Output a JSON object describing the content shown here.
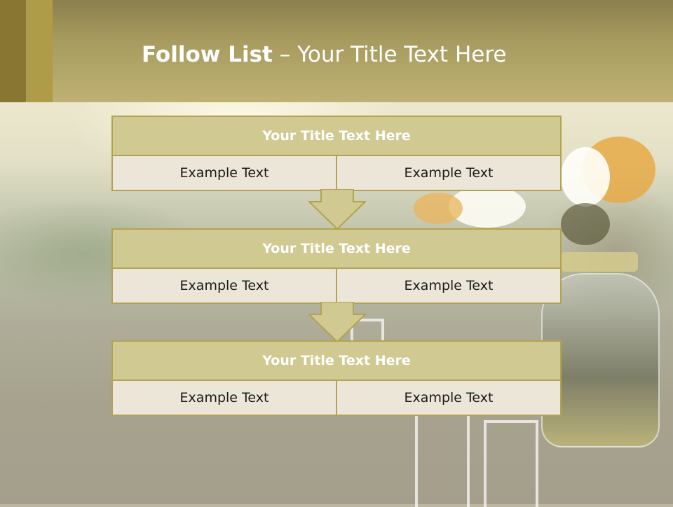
{
  "slide": {
    "title_bold": "Follow List",
    "title_rest": " – Your Title Text Here"
  },
  "steps": [
    {
      "title": "Your Title Text Here",
      "left": "Example Text",
      "right": "Example Text"
    },
    {
      "title": "Your Title Text Here",
      "left": "Example Text",
      "right": "Example Text"
    },
    {
      "title": "Your Title Text Here",
      "left": "Example Text",
      "right": "Example Text"
    }
  ],
  "colors": {
    "header": "#beb173",
    "accent_dark": "#887632",
    "accent": "#ae9c48",
    "box_head": "#d0c991",
    "box_cell": "#ebe6d8",
    "border": "#b3a350"
  }
}
